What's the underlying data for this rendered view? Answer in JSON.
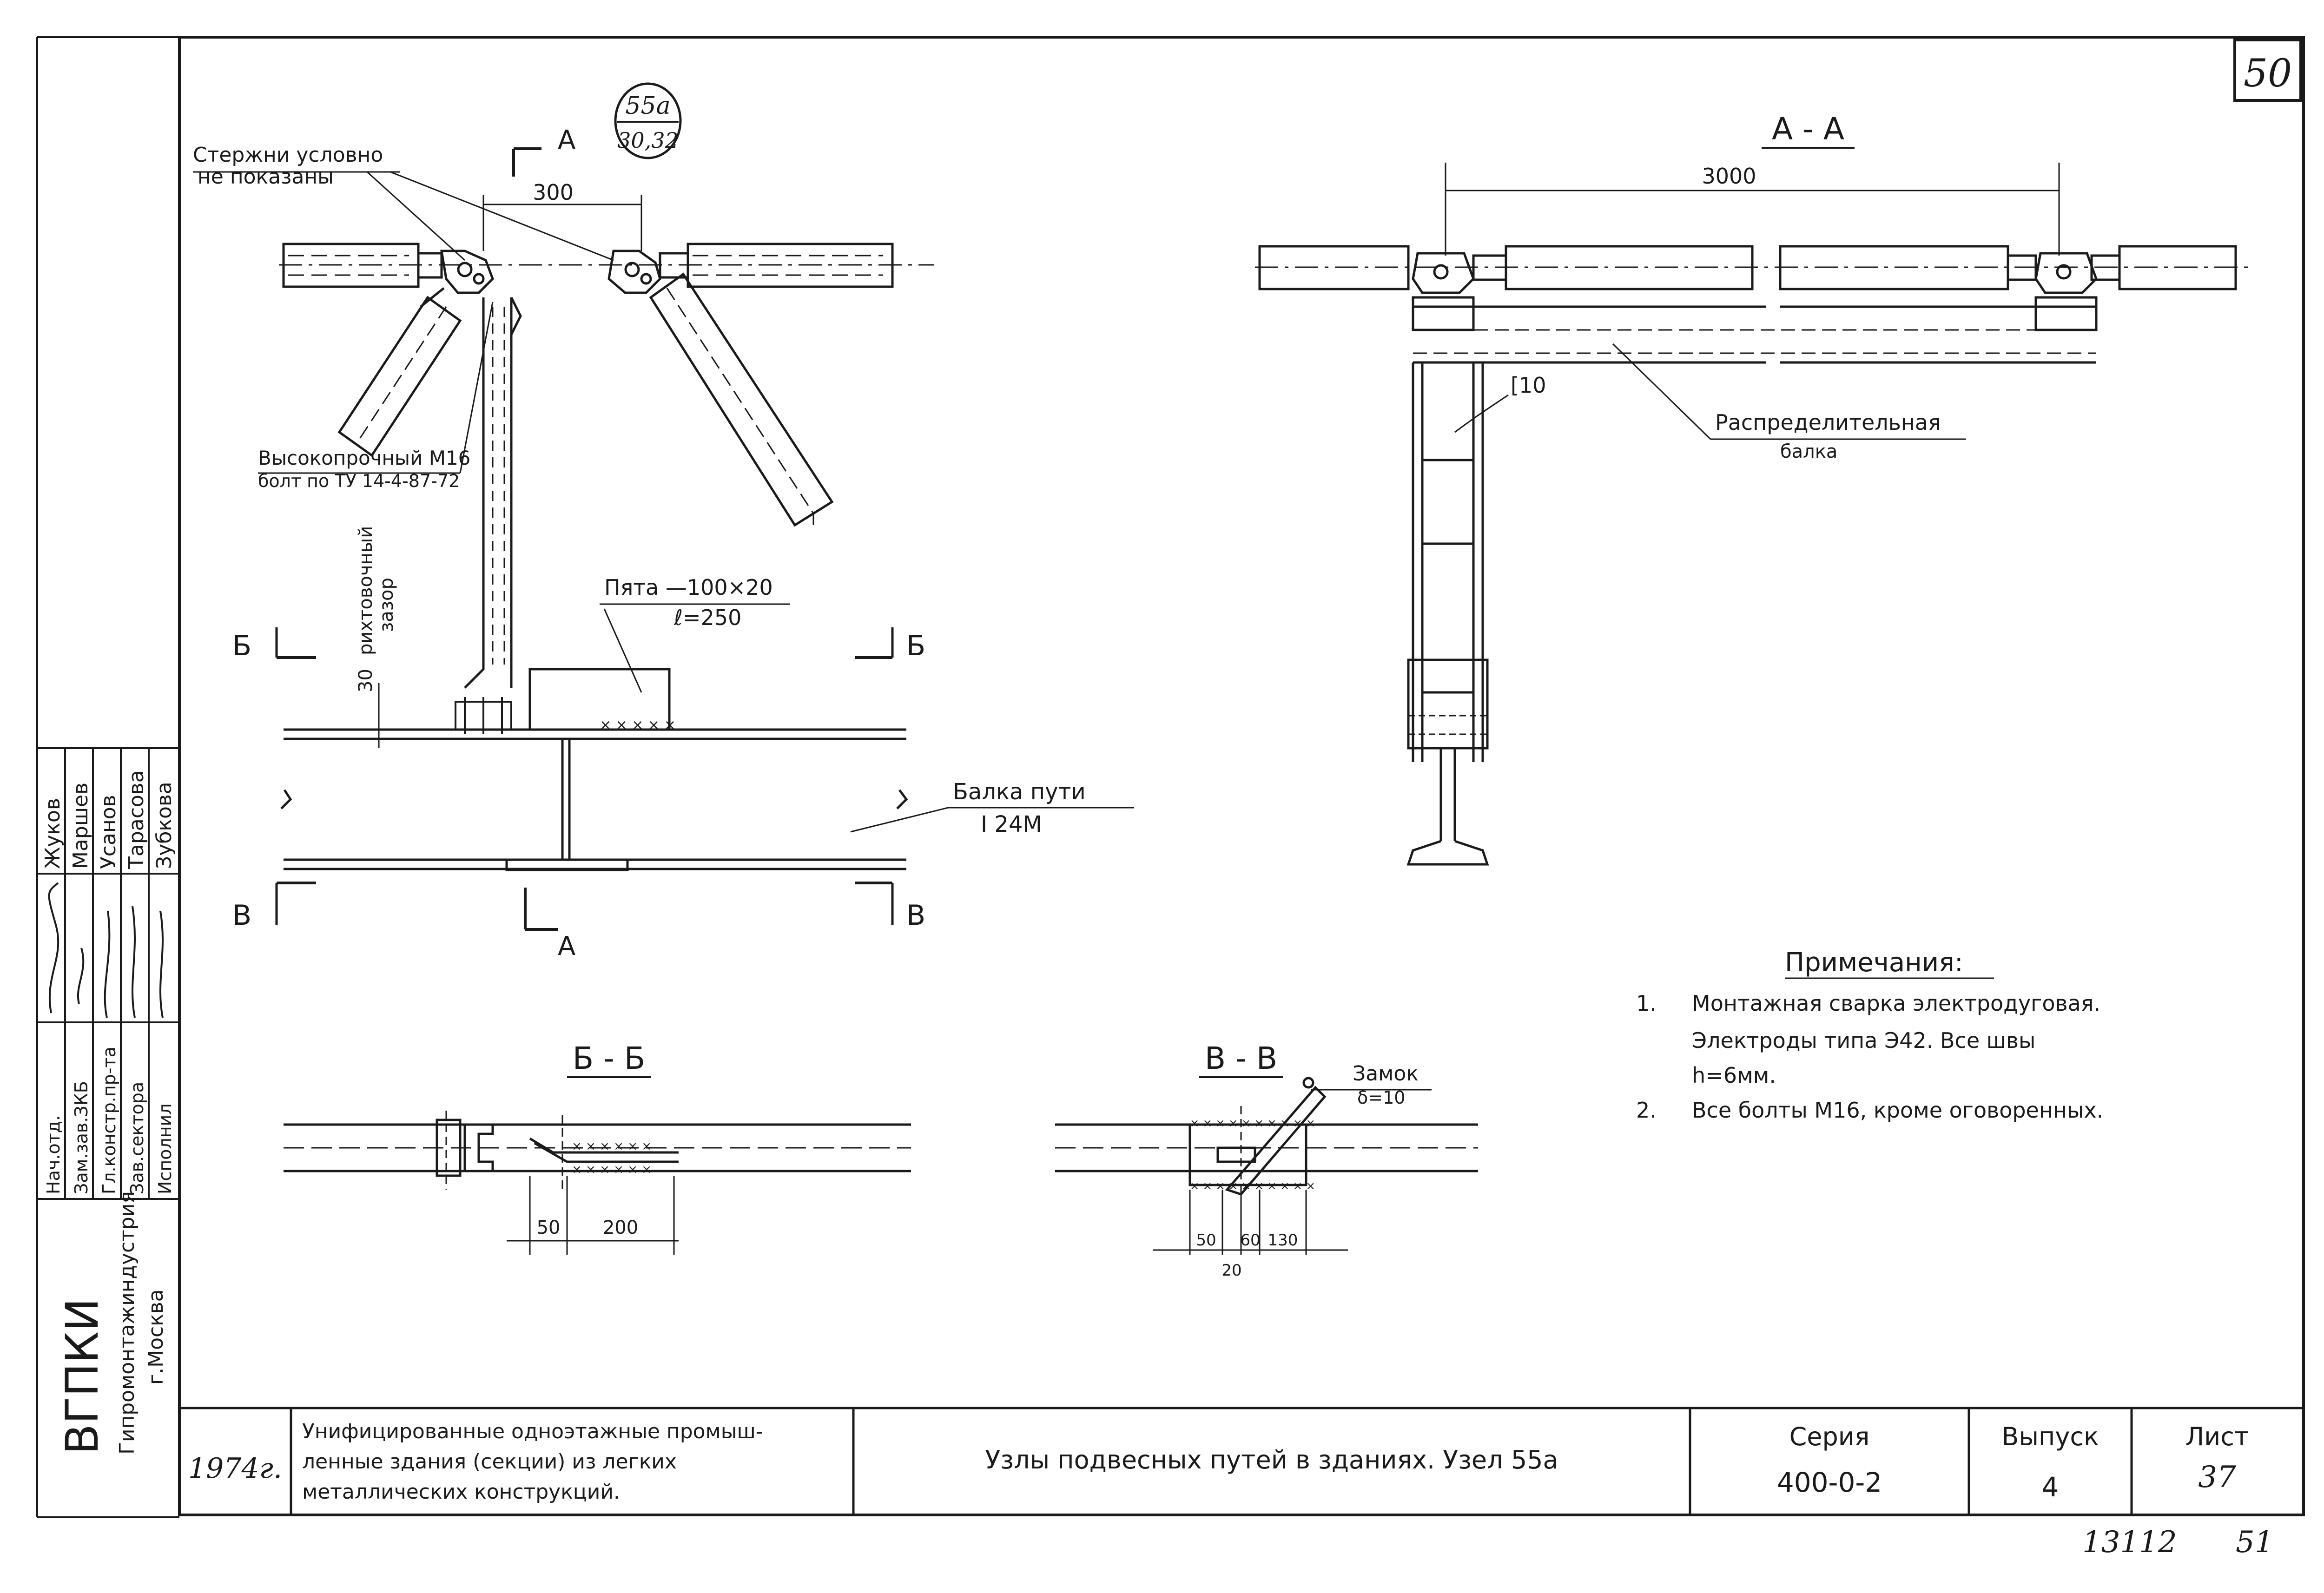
{
  "sheet_number_box": "50",
  "node_callout": {
    "top": "55а",
    "bottom": "30,32"
  },
  "left_view": {
    "section_marker_a_top": "А",
    "section_marker_a_bottom": "А",
    "dim_300": "300",
    "rods_note_line1": "Стержни условно",
    "rods_note_line2": "не показаны",
    "bolt_note_line1": "Высокопрочный М16",
    "bolt_note_line2": "болт по ТУ 14-4-87-72",
    "gap_note_value": "30",
    "gap_note_line1": "рихтовочный",
    "gap_note_line2": "зазор",
    "heel_line1": "Пята —100×20",
    "heel_line2": "ℓ=250",
    "section_b_left": "Б",
    "section_b_right": "Б",
    "section_v_left": "В",
    "section_v_right": "В",
    "beam_label_line1": "Балка пути",
    "beam_label_line2": "I 24М"
  },
  "view_aa": {
    "title": "А - А",
    "dim_3000": "3000",
    "channel_label": "[10",
    "beam_label_line1": "Распределительная",
    "beam_label_line2": "балка"
  },
  "section_bb": {
    "title": "Б - Б",
    "dim_50": "50",
    "dim_200": "200"
  },
  "section_vv": {
    "title": "В - В",
    "lock_line1": "Замок",
    "lock_line2": "δ=10",
    "dim_50": "50",
    "dim_60": "60",
    "dim_130": "130",
    "dim_20": "20"
  },
  "notes": {
    "title": "Примечания:",
    "items": [
      {
        "num": "1.",
        "lines": [
          "Монтажная сварка электродуговая.",
          "Электроды типа Э42. Все швы",
          "h=6мм."
        ]
      },
      {
        "num": "2.",
        "lines": [
          "Все болты М16, кроме оговоренных."
        ]
      }
    ]
  },
  "side_stamp": {
    "names": [
      "Жуков",
      "Маршев",
      "Усанов",
      "Тарасова",
      "Зубкова"
    ],
    "roles": [
      "Нач.отд.",
      "Зам.зав.ЗКБ",
      "Гл.констр.пр-та",
      "Зав.сектора",
      "Исполнил"
    ],
    "org": "ВГПКИ",
    "org_line1": "Гипромонтажиндустрия",
    "org_line2": "г.Москва"
  },
  "title_block": {
    "year": "1974г.",
    "project_line1": "Унифицированные одноэтажные промыш-",
    "project_line2": "ленные здания (секции) из легких",
    "project_line3": "металлических конструкций.",
    "sheet_title": "Узлы подвесных путей в зданиях. Узел 55а",
    "series_label": "Серия",
    "series_value": "400-0-2",
    "issue_label": "Выпуск",
    "issue_value": "4",
    "sheet_label": "Лист",
    "sheet_value": "37"
  },
  "bottom_marks": {
    "number": "13112",
    "page": "51"
  }
}
